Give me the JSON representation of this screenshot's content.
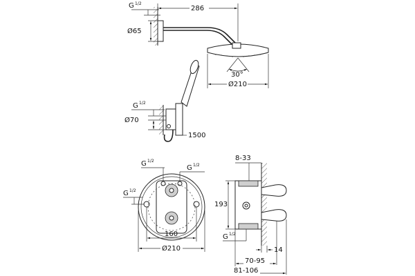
{
  "thread_main": "G",
  "thread_frac": "1/2",
  "shower_arm": {
    "arm_length": "286",
    "flange_diameter": "Ø65",
    "head_diameter": "Ø210",
    "spray_angle": "30°"
  },
  "hand_shower": {
    "outlet_diameter": "Ø70",
    "hose_length": "1500"
  },
  "mixer_front": {
    "rough_diameter": "Ø210",
    "spacing": "160"
  },
  "mixer_side": {
    "depth_top": "8-33",
    "height": "193",
    "wall_offset": "14",
    "range_1": "70-95",
    "range_2": "81-106"
  }
}
